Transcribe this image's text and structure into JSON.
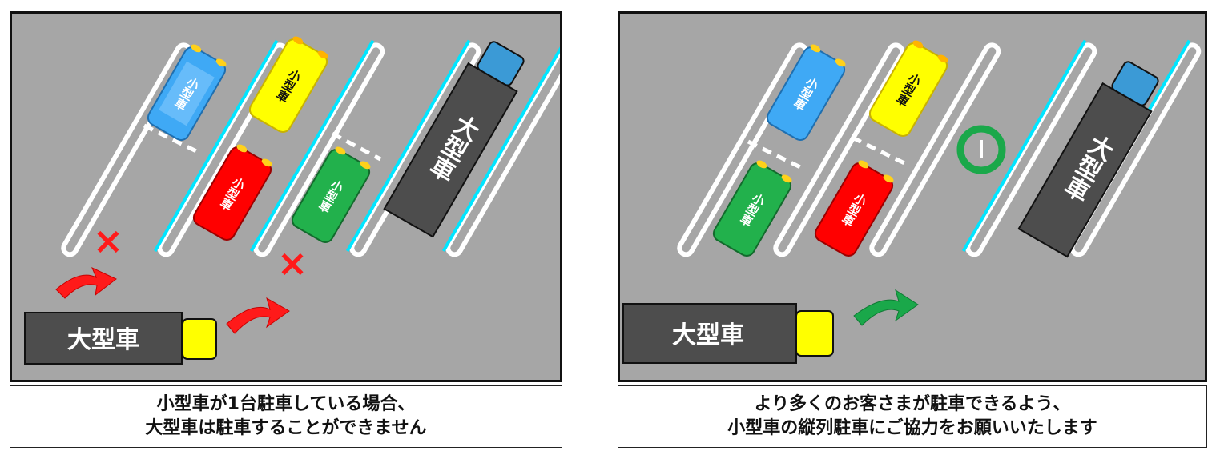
{
  "left_panel": {
    "large_vehicle_label": "大型車",
    "small_vehicle_label": "小型車",
    "caption_line1": "小型車が1台駐車している場合、",
    "caption_line2": "大型車は駐車することができません",
    "prohibited_mark": "×"
  },
  "right_panel": {
    "large_vehicle_label": "大型車",
    "small_vehicle_label": "小型車",
    "caption_line1": "より多くのお客さまが駐車できるよう、",
    "caption_line2": "小型車の縦列駐車にご協力をお願いいたします",
    "ok_mark": "○"
  },
  "colors": {
    "asphalt": "#a6a6a6",
    "line_white": "#ffffff",
    "line_cyan": "#00e5ff",
    "car_blue": "#3fa9f5",
    "car_yellow": "#ffff00",
    "car_red": "#ff0000",
    "car_green": "#22b14c",
    "truck_body": "#4d4d4d",
    "truck_cab_blue": "#3b9ad6",
    "arrow_red": "#ff1a1a",
    "arrow_green": "#1aa84a"
  }
}
